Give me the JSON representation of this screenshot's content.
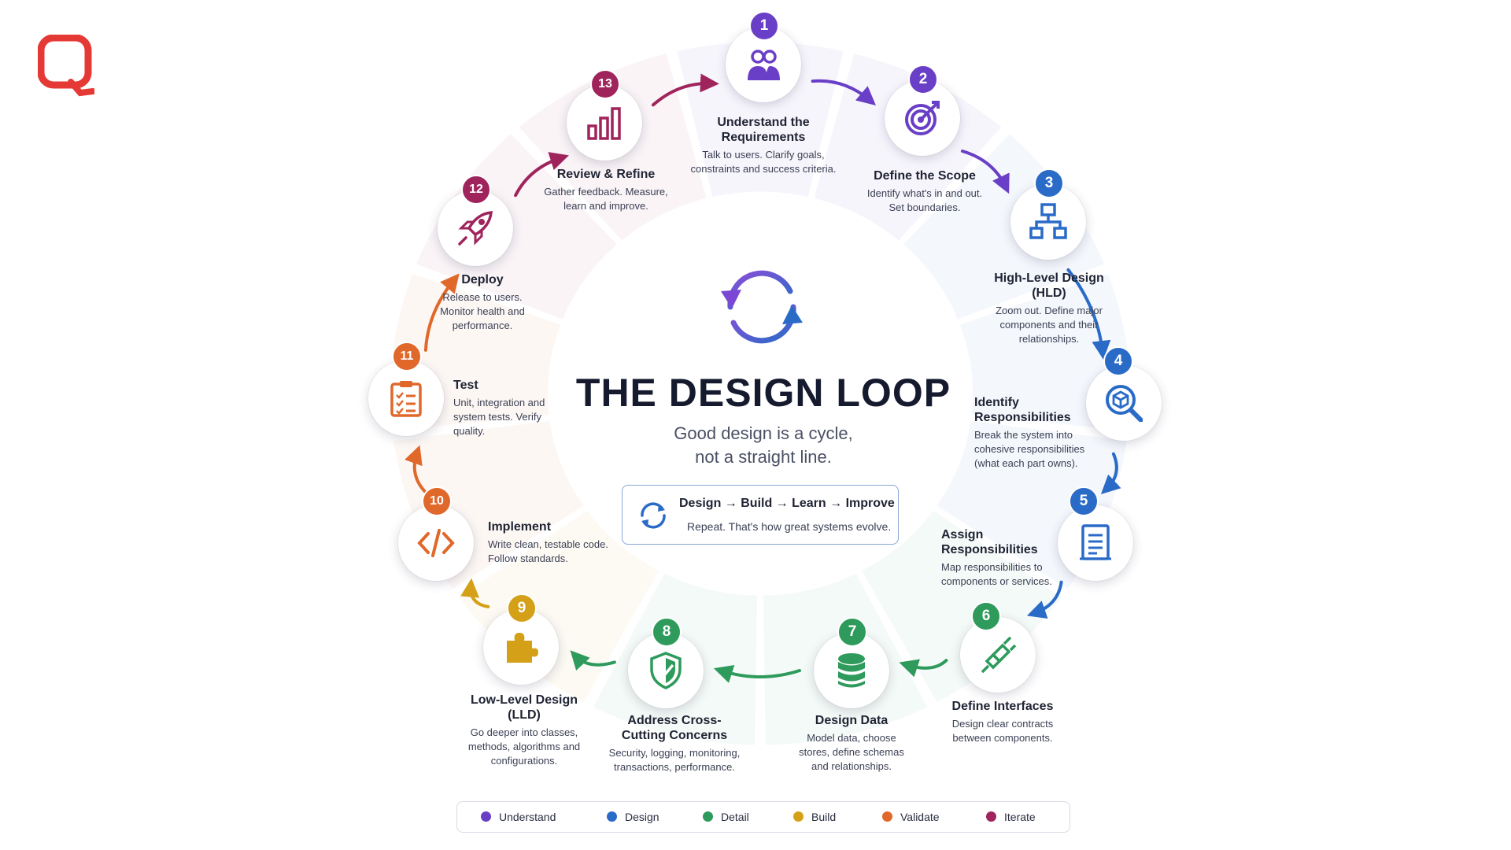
{
  "title": "THE DESIGN LOOP",
  "subtitle": [
    "Good design is a cycle,",
    "not a straight line."
  ],
  "loop_box": {
    "line1": "Design → Build → Learn → Improve",
    "line2": "Repeat. That's how great systems evolve."
  },
  "colors": {
    "understand": "#6a3fc7",
    "design": "#2a6bc8",
    "detail": "#2e9a5c",
    "build": "#d4a017",
    "validate": "#e0682a",
    "iterate": "#a0245c"
  },
  "steps": [
    {
      "num": "1",
      "title": "Understand the Requirements",
      "desc": "Talk to users. Clarify goals, constraints and success criteria.",
      "icon": "users-icon",
      "group": "understand"
    },
    {
      "num": "2",
      "title": "Define the Scope",
      "desc": "Identify what's in and out. Set boundaries.",
      "icon": "target-icon",
      "group": "understand"
    },
    {
      "num": "3",
      "title": "High-Level Design (HLD)",
      "desc": "Zoom out. Define major components and their relationships.",
      "icon": "hierarchy-icon",
      "group": "design"
    },
    {
      "num": "4",
      "title": "Identify Responsibilities",
      "desc": "Break the system into cohesive responsibilities (what each part owns).",
      "icon": "cube-search-icon",
      "group": "design"
    },
    {
      "num": "5",
      "title": "Assign Responsibilities",
      "desc": "Map responsibilities to components or services.",
      "icon": "document-icon",
      "group": "design"
    },
    {
      "num": "6",
      "title": "Define Interfaces",
      "desc": "Design clear contracts between components.",
      "icon": "plug-icon",
      "group": "detail"
    },
    {
      "num": "7",
      "title": "Design Data",
      "desc": "Model data, choose stores, define schemas and relationships.",
      "icon": "database-icon",
      "group": "detail"
    },
    {
      "num": "8",
      "title": "Address Cross-Cutting Concerns",
      "desc": "Security, logging, monitoring, transactions, performance.",
      "icon": "shield-icon",
      "group": "detail"
    },
    {
      "num": "9",
      "title": "Low-Level Design (LLD)",
      "desc": "Go deeper into classes, methods, algorithms and configurations.",
      "icon": "puzzle-icon",
      "group": "build"
    },
    {
      "num": "10",
      "title": "Implement",
      "desc": "Write clean, testable code. Follow standards.",
      "icon": "code-icon",
      "group": "validate"
    },
    {
      "num": "11",
      "title": "Test",
      "desc": "Unit, integration and system tests. Verify quality.",
      "icon": "clipboard-icon",
      "group": "validate"
    },
    {
      "num": "12",
      "title": "Deploy",
      "desc": "Release to users. Monitor health and performance.",
      "icon": "rocket-icon",
      "group": "iterate"
    },
    {
      "num": "13",
      "title": "Review & Refine",
      "desc": "Gather feedback. Measure, learn and improve.",
      "icon": "bar-chart-icon",
      "group": "iterate"
    }
  ],
  "legend": [
    {
      "label": "Understand",
      "group": "understand"
    },
    {
      "label": "Design",
      "group": "design"
    },
    {
      "label": "Detail",
      "group": "detail"
    },
    {
      "label": "Build",
      "group": "build"
    },
    {
      "label": "Validate",
      "group": "validate"
    },
    {
      "label": "Iterate",
      "group": "iterate"
    }
  ]
}
